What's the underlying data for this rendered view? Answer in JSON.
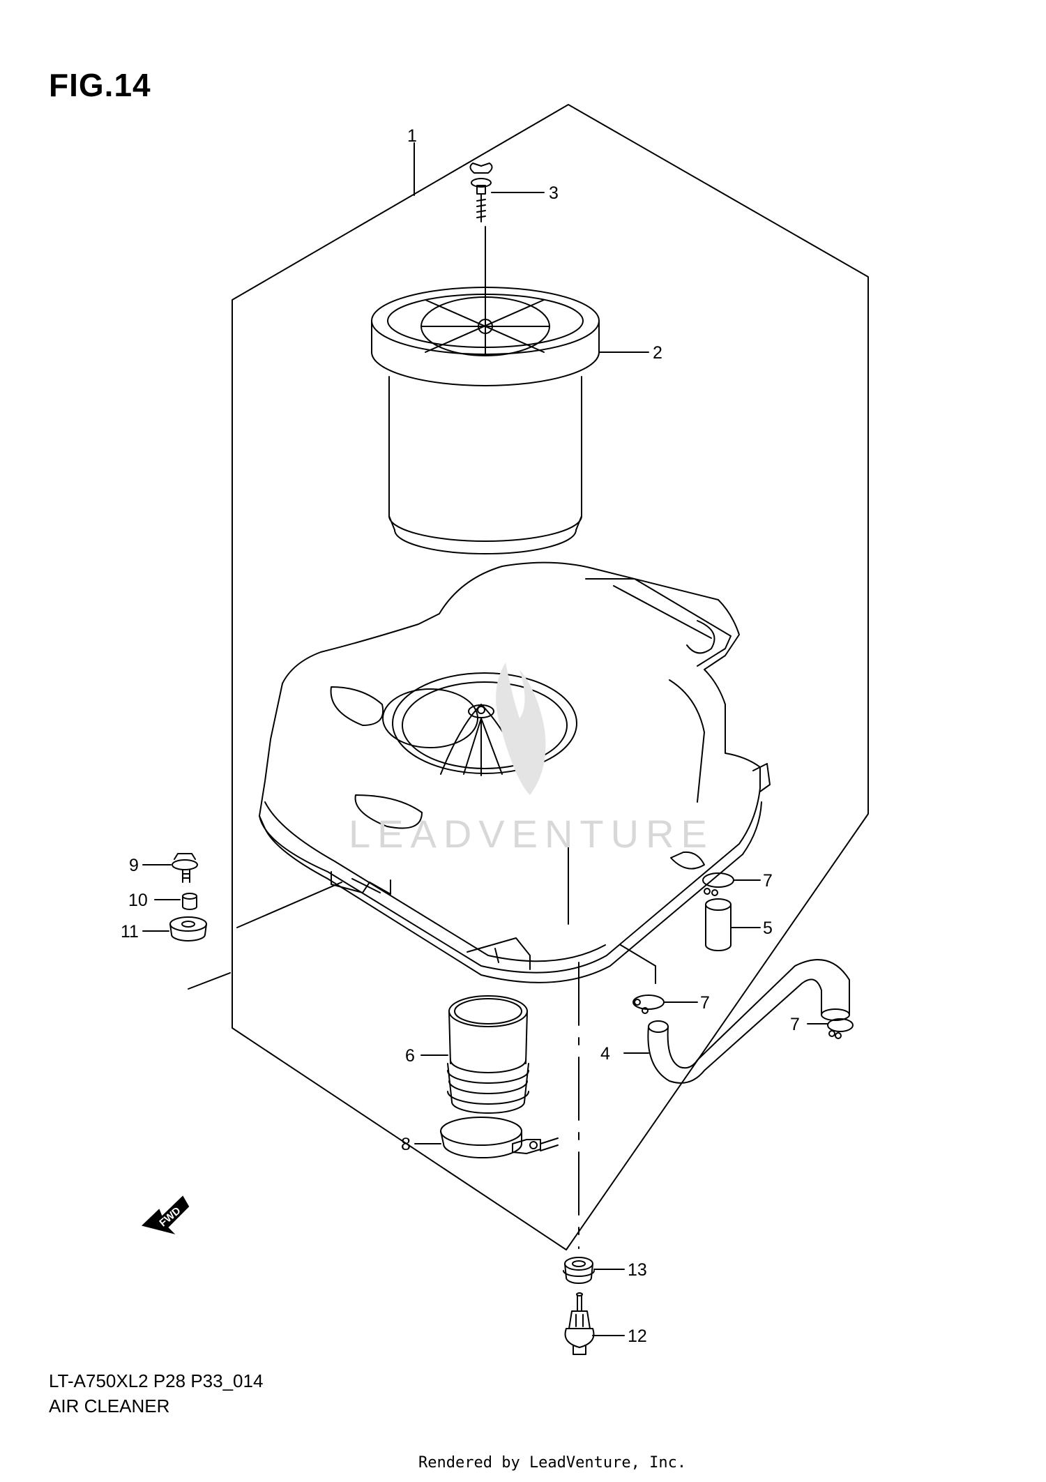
{
  "figure": {
    "title": "FIG.14",
    "model_code": "LT-A750XL2 P28 P33_014",
    "section_name": "AIR CLEANER"
  },
  "watermark": {
    "text": "LEADVENTURE"
  },
  "credit": {
    "text": "Rendered by LeadVenture, Inc."
  },
  "direction_marker": {
    "label": "FWD"
  },
  "callouts": [
    {
      "id": "1",
      "label": "1"
    },
    {
      "id": "2",
      "label": "2"
    },
    {
      "id": "3",
      "label": "3"
    },
    {
      "id": "4",
      "label": "4"
    },
    {
      "id": "5",
      "label": "5"
    },
    {
      "id": "6",
      "label": "6"
    },
    {
      "id": "7a",
      "label": "7"
    },
    {
      "id": "7b",
      "label": "7"
    },
    {
      "id": "7c",
      "label": "7"
    },
    {
      "id": "8",
      "label": "8"
    },
    {
      "id": "9",
      "label": "9"
    },
    {
      "id": "10",
      "label": "10"
    },
    {
      "id": "11",
      "label": "11"
    },
    {
      "id": "12",
      "label": "12"
    },
    {
      "id": "13",
      "label": "13"
    }
  ]
}
